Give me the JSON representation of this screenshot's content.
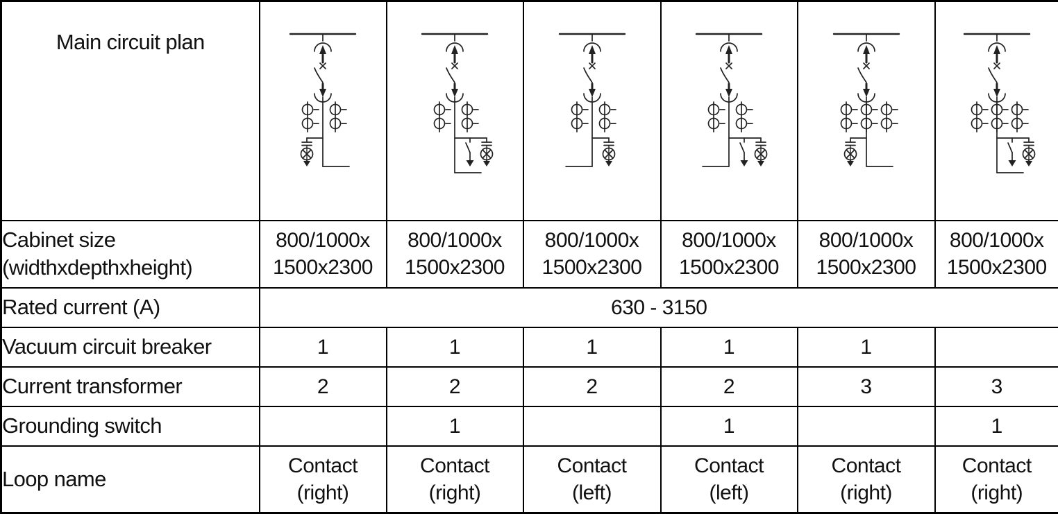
{
  "colors": {
    "border": "#000000",
    "text": "#111111",
    "diagram_stroke": "#222222",
    "background": "#ffffff"
  },
  "table": {
    "rows": {
      "main_circuit_plan": {
        "label": "Main circuit plan"
      },
      "cabinet_size": {
        "label": [
          "Cabinet size",
          "(widthxdepthxheight)"
        ],
        "values": [
          [
            "800/1000x",
            "1500x2300"
          ],
          [
            "800/1000x",
            "1500x2300"
          ],
          [
            "800/1000x",
            "1500x2300"
          ],
          [
            "800/1000x",
            "1500x2300"
          ],
          [
            "800/1000x",
            "1500x2300"
          ],
          [
            "800/1000x",
            "1500x2300"
          ]
        ]
      },
      "rated_current": {
        "label": "Rated current (A)",
        "value": "630 - 3150"
      },
      "vacuum_circuit_breaker": {
        "label": "Vacuum circuit breaker",
        "values": [
          "1",
          "1",
          "1",
          "1",
          "1",
          ""
        ]
      },
      "current_transformer": {
        "label": "Current transformer",
        "values": [
          "2",
          "2",
          "2",
          "2",
          "3",
          "3"
        ]
      },
      "grounding_switch": {
        "label": "Grounding switch",
        "values": [
          "",
          "1",
          "",
          "1",
          "",
          "1"
        ]
      },
      "loop_name": {
        "label": "Loop name",
        "values": [
          [
            "Contact",
            "(right)"
          ],
          [
            "Contact",
            "(right)"
          ],
          [
            "Contact",
            "(left)"
          ],
          [
            "Contact",
            "(left)"
          ],
          [
            "Contact",
            "(right)"
          ],
          [
            "Contact",
            "(right)"
          ]
        ]
      }
    },
    "diagrams": [
      {
        "current_transformers": 2,
        "grounding_switch": false,
        "indicator_branch": "left",
        "exit": "right"
      },
      {
        "current_transformers": 2,
        "grounding_switch": true,
        "indicator_branch": "right",
        "exit": "right"
      },
      {
        "current_transformers": 2,
        "grounding_switch": false,
        "indicator_branch": "right",
        "exit": "left"
      },
      {
        "current_transformers": 2,
        "grounding_switch": true,
        "indicator_branch": "right",
        "exit": "left"
      },
      {
        "current_transformers": 3,
        "grounding_switch": false,
        "indicator_branch": "left",
        "exit": "right"
      },
      {
        "current_transformers": 3,
        "grounding_switch": true,
        "indicator_branch": "right",
        "exit": "right"
      }
    ]
  }
}
